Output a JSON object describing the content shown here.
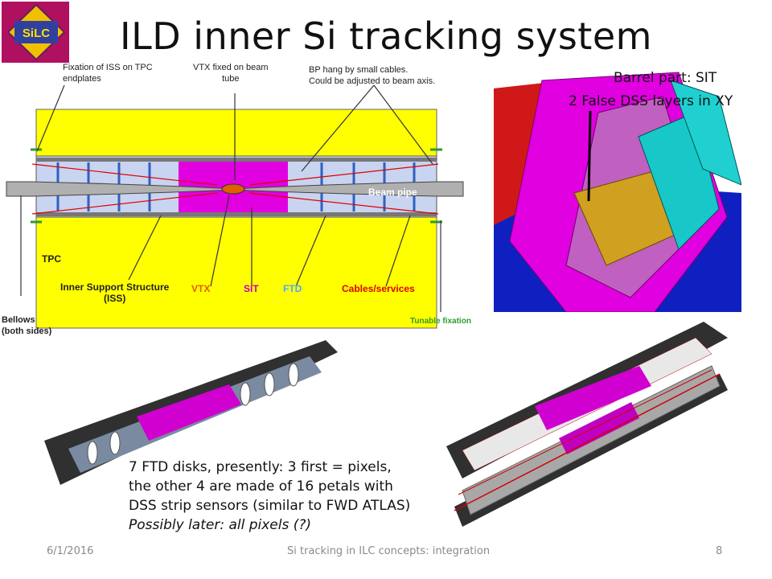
{
  "slide": {
    "title": "ILD inner Si tracking system",
    "logo_text": "SiLC",
    "schematic": {
      "callouts": {
        "iss_fixation": "Fixation of ISS on TPC\nendplates",
        "vtx_fixed": "VTX fixed on beam\ntube",
        "bp_hang": "BP hang by small cables.\nCould be adjusted to beam axis.",
        "beam_pipe": "Beam pipe",
        "tpc": "TPC",
        "iss": "Inner Support Structure\n(ISS)",
        "vtx": "VTX",
        "sit": "SIT",
        "ftd": "FTD",
        "cables": "Cables/services",
        "bellows": "Bellows\n(both sides)",
        "tunable": "Tunable fixation"
      }
    },
    "barrel_note": {
      "line1": "Barrel part: SIT",
      "line2": "2 False DSS layers in XY"
    },
    "ftd_note": {
      "line1": "7 FTD disks, presently: 3 first = pixels,",
      "line2": "the other 4 are made of 16 petals with",
      "line3": "DSS strip sensors (similar to FWD ATLAS)",
      "line4": "Possibly later: all pixels (?)"
    },
    "footer": {
      "date": "6/1/2016",
      "center": "Si tracking in ILC concepts: integration",
      "page": "8"
    }
  },
  "colors": {
    "tpc_yellow": "#ffff00",
    "sit_magenta": "#e000e0",
    "vtx_orange": "#e06000",
    "ftd_blue": "#4aa8ff",
    "cables_red": "#e00000",
    "tunable_green": "#2e9a2e",
    "detector_blue": "#1020c0"
  }
}
